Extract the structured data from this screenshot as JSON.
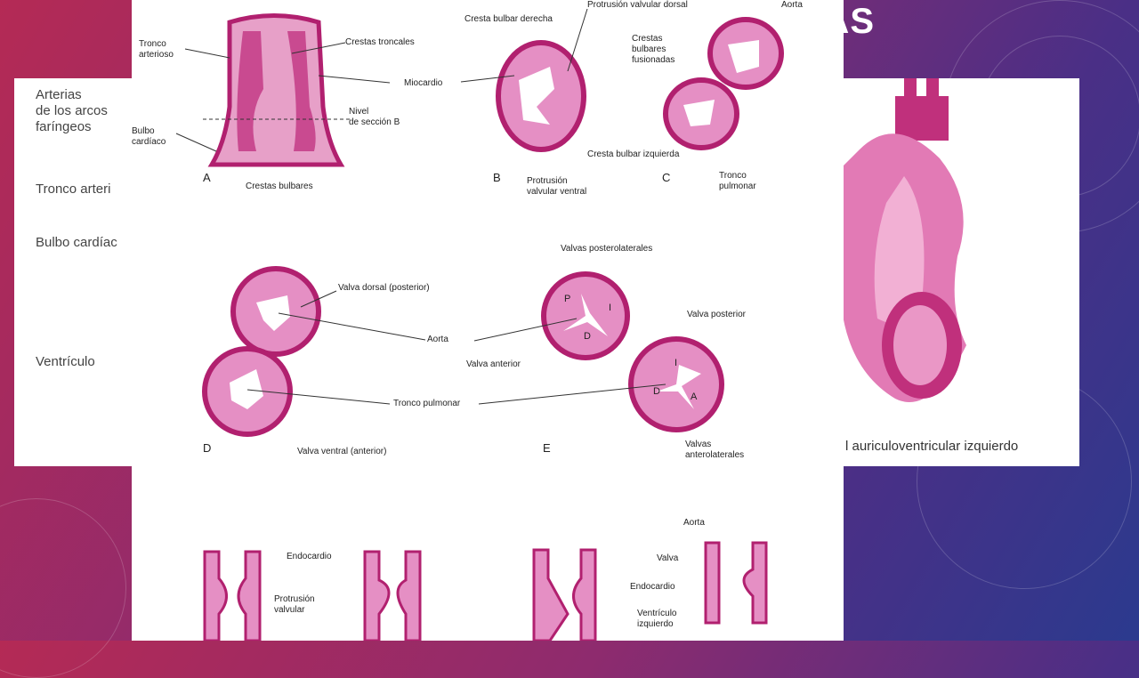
{
  "slide": {
    "title_fragment": "LAS"
  },
  "left_panel": {
    "labels": [
      "Arterias\nde los arcos\nfaríngeos",
      "Tronco arteri",
      "Bulbo cardíac",
      "Ventrículo"
    ]
  },
  "right_panel": {
    "caption": "l auriculoventricular izquierdo"
  },
  "figure": {
    "A": {
      "letter": "A",
      "tronco": "Tronco\narterioso",
      "crestas_troncales": "Crestas troncales",
      "miocardio": "Miocardio",
      "nivel": "Nivel\nde sección B",
      "bulbo": "Bulbo\ncardíaco",
      "crestas_bulbares": "Crestas bulbares"
    },
    "B": {
      "letter": "B",
      "cresta_derecha": "Cresta bulbar derecha",
      "protrusion_dorsal": "Protrusión valvular dorsal",
      "cresta_izquierda": "Cresta bulbar izquierda",
      "protrusion_ventral": "Protrusión\nvalvular ventral"
    },
    "C": {
      "letter": "C",
      "aorta": "Aorta",
      "crestas_fusionadas": "Crestas\nbulbares\nfusionadas",
      "tronco_pulmonar": "Tronco\npulmonar"
    },
    "D": {
      "letter": "D",
      "valva_dorsal": "Valva dorsal (posterior)",
      "aorta": "Aorta",
      "tronco_pulmonar": "Tronco pulmonar",
      "valva_ventral": "Valva ventral (anterior)"
    },
    "E": {
      "letter": "E",
      "posterolaterales": "Valvas posterolaterales",
      "valva_anterior": "Valva anterior",
      "valva_posterior": "Valva posterior",
      "anterolaterales": "Valvas\nanterolaterales",
      "P": "P",
      "I1": "I",
      "D1": "D",
      "I2": "I",
      "D2": "D",
      "A": "A"
    },
    "F": {
      "endocardio": "Endocardio",
      "protrusion": "Protrusión\nvalvular"
    },
    "G": {
      "aorta": "Aorta",
      "valva": "Valva",
      "endocardio": "Endocardio",
      "ventriculo": "Ventrículo\nizquierdo"
    }
  },
  "colors": {
    "pink_light": "#e58fc4",
    "pink_dark": "#b1206f",
    "white": "#ffffff"
  }
}
